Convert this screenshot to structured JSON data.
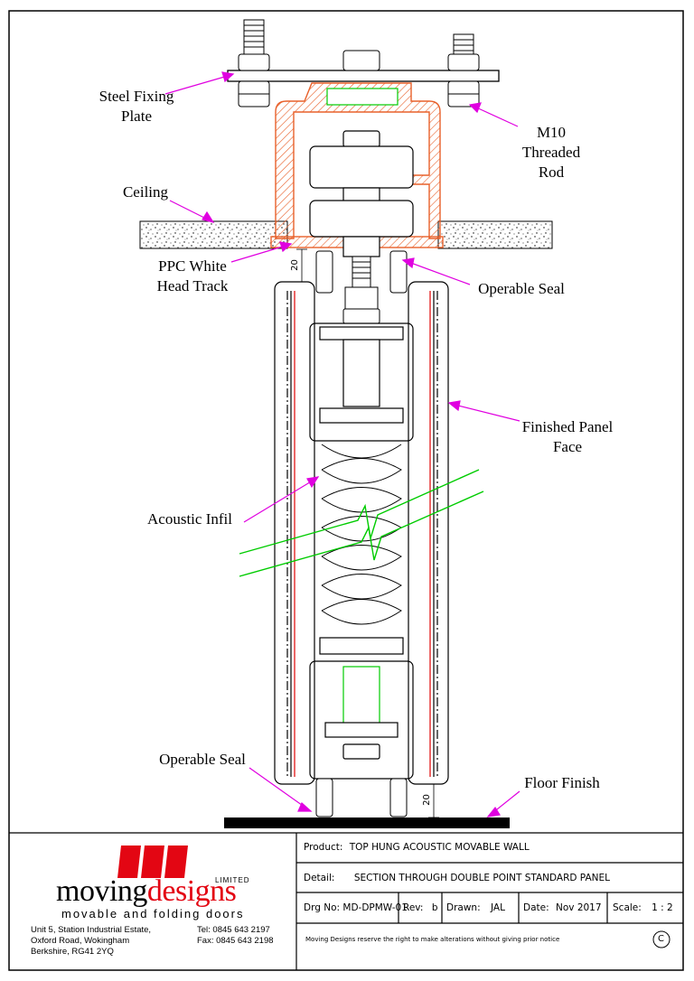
{
  "labels": {
    "steel_fixing_plate": [
      "Steel Fixing",
      "Plate"
    ],
    "m10_rod": [
      "M10",
      "Threaded",
      "Rod"
    ],
    "ceiling": "Ceiling",
    "head_track": [
      "PPC White",
      "Head Track"
    ],
    "operable_seal_top": "Operable Seal",
    "finished_panel_face": [
      "Finished Panel",
      "Face"
    ],
    "acoustic_infil": "Acoustic Infil",
    "operable_seal_bottom": "Operable Seal",
    "floor_finish": "Floor Finish",
    "dim_top": "20",
    "dim_bottom": "20"
  },
  "title_block": {
    "product_label": "Product:",
    "product_value": "TOP HUNG ACOUSTIC MOVABLE WALL",
    "detail_label": "Detail:",
    "detail_value": "SECTION THROUGH DOUBLE POINT STANDARD PANEL",
    "drg_label": "Drg No:",
    "drg_value": "MD-DPMW-01",
    "rev_label": "Rev:",
    "rev_value": "b",
    "drawn_label": "Drawn:",
    "drawn_value": "JAL",
    "date_label": "Date:",
    "date_value": "Nov 2017",
    "scale_label": "Scale:",
    "scale_value": "1 : 2",
    "notice": "Moving Designs reserve the right to make alterations without giving prior notice",
    "copyright": "C"
  },
  "company": {
    "name_part1": "moving",
    "name_part2": "designs",
    "limited": "LIMITED",
    "tagline": "movable and folding doors",
    "address": [
      "Unit 5, Station Industrial Estate,",
      "Oxford Road, Wokingham",
      "Berkshire, RG41 2YQ"
    ],
    "tel": "Tel:  0845 643 2197",
    "fax": "Fax: 0845 643 2198"
  },
  "colors": {
    "leader": "#e000e0",
    "track": "#e8602a",
    "seal_green": "#00cc00",
    "panel_red": "#e00000",
    "brand_red": "#e30613"
  }
}
